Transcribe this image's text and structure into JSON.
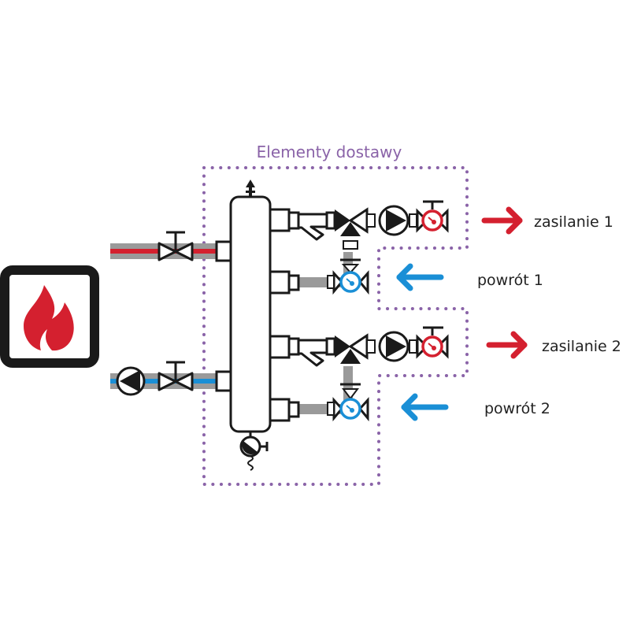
{
  "title": "Elementy dostawy",
  "outputs": [
    {
      "label": "zasilanie 1",
      "direction": "out",
      "color": "#d4202f"
    },
    {
      "label": "powrót 1",
      "direction": "in",
      "color": "#1a8fd6"
    },
    {
      "label": "zasilanie 2",
      "direction": "out",
      "color": "#d4202f"
    },
    {
      "label": "powrót 2",
      "direction": "in",
      "color": "#1a8fd6"
    }
  ],
  "source": {
    "icon": "flame-icon",
    "label": "boiler"
  },
  "colors": {
    "supply": "#d4202f",
    "return": "#1a8fd6",
    "pipe": "#9a9a9a",
    "outline": "#1a1a1a",
    "boundary": "#8a63a8"
  }
}
